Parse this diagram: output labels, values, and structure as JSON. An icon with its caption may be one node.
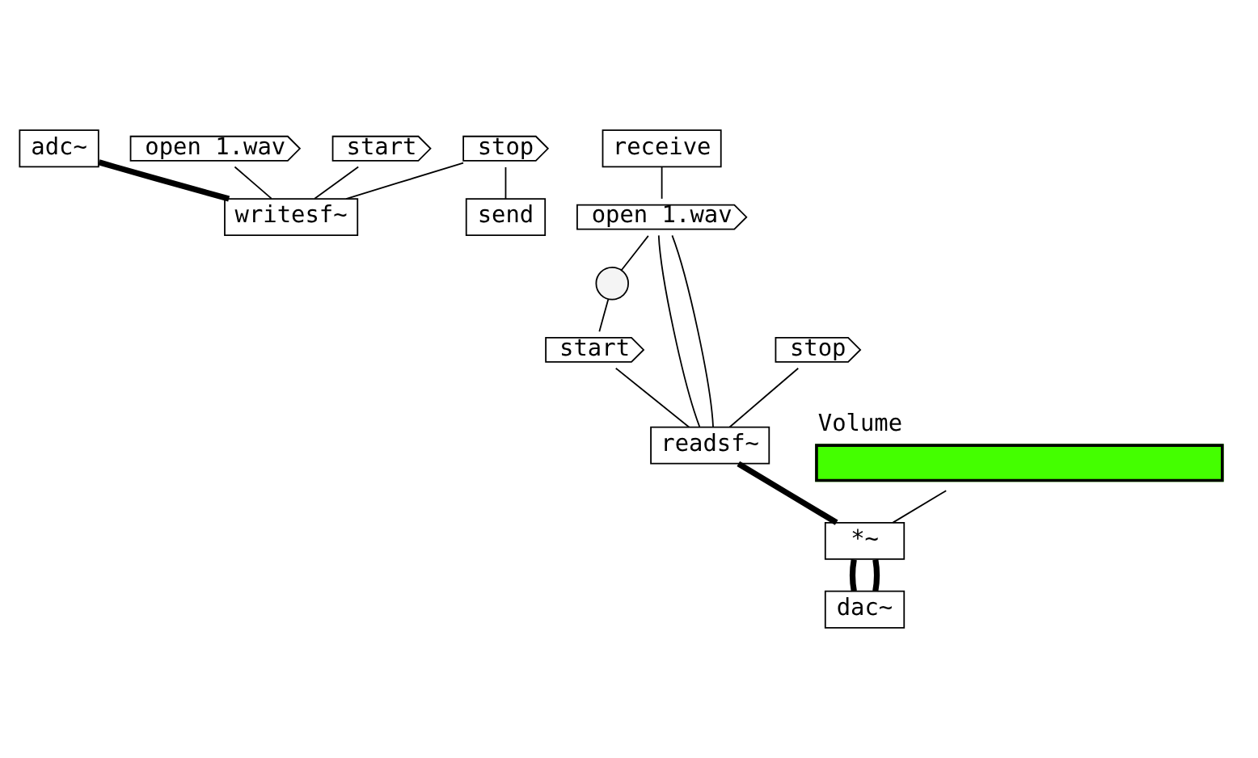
{
  "diagram": {
    "nodes": [
      {
        "text": [
          "adc~"
        ]
      },
      {
        "text": [
          "open 1.wav"
        ]
      },
      {
        "text": [
          "start"
        ]
      },
      {
        "text": [
          "stop"
        ]
      },
      {
        "text": [
          "send"
        ]
      },
      {
        "text": [
          "writesf~"
        ]
      },
      {
        "text": [
          "receive"
        ]
      },
      {
        "text": [
          "open 1.wav"
        ]
      },
      {
        "text": [],
        "shape": "circle"
      },
      {
        "text": [
          "start"
        ]
      },
      {
        "text": [
          "stop"
        ]
      },
      {
        "text": [
          "readsf~"
        ]
      },
      {
        "text": [
          "Volume"
        ]
      },
      {
        "text": [
          "*~"
        ]
      },
      {
        "text": [
          "dac~"
        ]
      }
    ],
    "edges": [
      {
        "from": 0,
        "to": 5,
        "arrow": "none",
        "style": "thick"
      },
      {
        "from": 1,
        "to": 5,
        "arrow": "none"
      },
      {
        "from": 2,
        "to": 5,
        "arrow": "none"
      },
      {
        "from": 3,
        "to": 5,
        "arrow": "none"
      },
      {
        "from": 3,
        "to": 4,
        "arrow": "none"
      },
      {
        "from": 6,
        "to": 7,
        "arrow": "none"
      },
      {
        "from": 7,
        "to": 11,
        "arrow": "none"
      },
      {
        "from": 7,
        "to": 8,
        "arrow": "none"
      },
      {
        "from": 8,
        "to": 9,
        "arrow": "none"
      },
      {
        "from": 9,
        "to": 11,
        "arrow": "none"
      },
      {
        "from": 10,
        "to": 11,
        "arrow": "none"
      },
      {
        "from": 11,
        "to": 7,
        "arrow": "none"
      },
      {
        "from": 11,
        "to": 13,
        "arrow": "none",
        "style": "thick"
      },
      {
        "from": 12,
        "to": 13,
        "arrow": "none"
      },
      {
        "from": 13,
        "to": 14,
        "arrow": "none",
        "style": "thick"
      },
      {
        "from": 13,
        "to": 14,
        "arrow": "none",
        "style": "thick"
      }
    ]
  }
}
